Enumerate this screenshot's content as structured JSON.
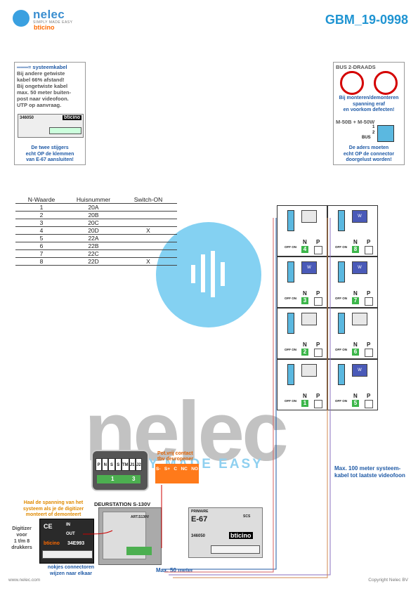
{
  "header": {
    "brand": "nelec",
    "tagline": "SIMPLY MADE EASY",
    "sub_brand": "bticino",
    "code": "GBM_19-0998"
  },
  "left_note": {
    "lines": [
      "═══= systeemkabel",
      "Bij andere getwiste",
      "kabel 66% afstand!",
      "Bij ongetwiste kabel",
      "max. 50 meter buiten-",
      "post naar videofoon.",
      "UTP op aanvraag."
    ],
    "device_code": "346050",
    "device_brand": "bticino",
    "bottom": [
      "De twee stijgers",
      "echt OP de klemmen",
      "van E-67 aansluiten!"
    ]
  },
  "right_note": {
    "title": "BUS 2-DRAADS",
    "warning": [
      "Bij monteren/demonteren",
      "spanning eraf",
      "en voorkom defecten!"
    ],
    "module": "M-50B + M-50W",
    "bus": "BUS",
    "pins": [
      "1",
      "2"
    ],
    "bottom": [
      "De aders moeten",
      "echt OP de connector",
      "doorgelust worden!"
    ]
  },
  "table": {
    "headers": [
      "N-Waarde",
      "Huisnummer",
      "Switch-ON"
    ],
    "rows": [
      [
        "1",
        "20A",
        ""
      ],
      [
        "2",
        "20B",
        ""
      ],
      [
        "3",
        "20C",
        ""
      ],
      [
        "4",
        "20D",
        "X"
      ],
      [
        "5",
        "22A",
        ""
      ],
      [
        "6",
        "22B",
        ""
      ],
      [
        "7",
        "22C",
        ""
      ],
      [
        "8",
        "22D",
        "X"
      ]
    ]
  },
  "units": [
    {
      "n": "4",
      "screen": "",
      "sw": "OFF ON"
    },
    {
      "n": "8",
      "screen": "W",
      "sw": "OFF ON"
    },
    {
      "n": "3",
      "screen": "W",
      "sw": "OFF ON"
    },
    {
      "n": "7",
      "screen": "W",
      "sw": "OFF ON"
    },
    {
      "n": "2",
      "screen": "",
      "sw": "OFF ON"
    },
    {
      "n": "6",
      "screen": "",
      "sw": "OFF ON"
    },
    {
      "n": "1",
      "screen": "",
      "sw": "OFF ON"
    },
    {
      "n": "5",
      "screen": "W",
      "sw": "OFF ON"
    }
  ],
  "unit_labels": {
    "n": "N",
    "p": "P"
  },
  "watermark": {
    "word": "nelec",
    "sub": "SIMPLY MADE EASY"
  },
  "connector": {
    "pins": [
      "P",
      "N",
      "S",
      "S",
      "TM",
      "J1",
      "J2"
    ],
    "left": "1",
    "right": "3"
  },
  "potvrij": {
    "line1": "Pot.vrij contact",
    "line2": "tbv deuropener",
    "terms": [
      "S-",
      "S+",
      "C",
      "NC",
      "NO"
    ]
  },
  "deurstation": {
    "title": "DEURSTATION S-130V",
    "art": "ART.S130V"
  },
  "orange_note": [
    "Haal de spanning van het",
    "systeem als je de digitizer",
    "monteert of demonteert"
  ],
  "digitizer": {
    "lines": [
      "Digitizer",
      "voor",
      "1 t/m 8",
      "drukkers"
    ],
    "brand": "bticino",
    "code": "34E993",
    "labels": [
      "CE",
      "IN",
      "OUT"
    ]
  },
  "nokjes": [
    "nokjes connectoren",
    "wijzen naar elkaar"
  ],
  "e67": {
    "name": "E-67",
    "top": "PRIMAIRE",
    "code": "346050",
    "brand": "bticino",
    "terms": [
      "SCS"
    ]
  },
  "max50": "Max. 50 meter",
  "max100": [
    "Max. 100 meter systeem-",
    "kabel tot laatste videofoon"
  ],
  "footer": {
    "left": "www.nelec.com",
    "right": "Copyright Nelec BV"
  }
}
